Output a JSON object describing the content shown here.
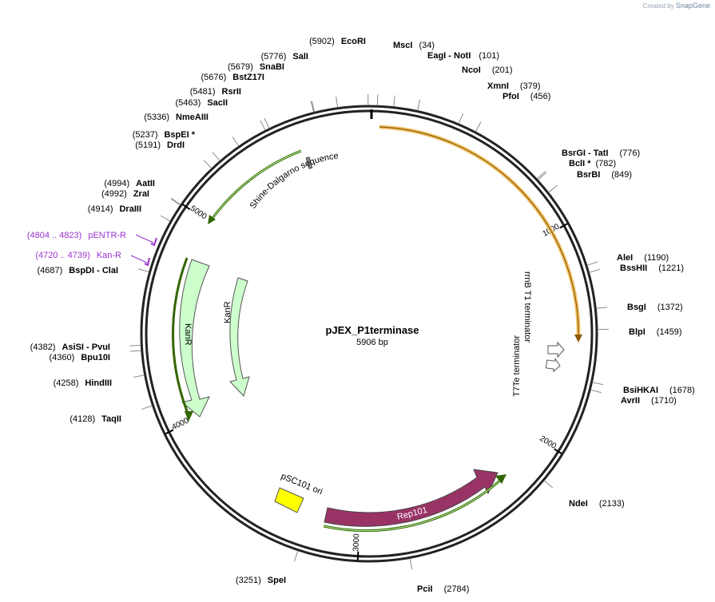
{
  "credit": {
    "prefix": "Created by",
    "brand": "SnapGene"
  },
  "plasmid": {
    "name": "pJEX_P1terminase",
    "length_label": "5906 bp",
    "length": 5906
  },
  "ticks": [
    {
      "pos": 1000,
      "label": "1000"
    },
    {
      "pos": 2000,
      "label": "2000"
    },
    {
      "pos": 3000,
      "label": "3000"
    },
    {
      "pos": 4000,
      "label": "4000"
    },
    {
      "pos": 5000,
      "label": "5000"
    }
  ],
  "enzymes": [
    {
      "pos": 5902,
      "name": "EcoRI",
      "pos_label": "(5902)"
    },
    {
      "pos": 34,
      "name": "MscI",
      "pos_label": "(34)"
    },
    {
      "pos": 101,
      "name": "EagI  -  NotI",
      "pos_label": "(101)"
    },
    {
      "pos": 201,
      "name": "NcoI",
      "pos_label": "(201)"
    },
    {
      "pos": 379,
      "name": "XmnI",
      "pos_label": "(379)"
    },
    {
      "pos": 456,
      "name": "PfoI",
      "pos_label": "(456)"
    },
    {
      "pos": 776,
      "name": "BsrGI  -  TatI",
      "pos_label": "(776)"
    },
    {
      "pos": 782,
      "name": "BclI *",
      "pos_label": "(782)"
    },
    {
      "pos": 849,
      "name": "BsrBI",
      "pos_label": "(849)"
    },
    {
      "pos": 1190,
      "name": "AleI",
      "pos_label": "(1190)"
    },
    {
      "pos": 1221,
      "name": "BssHII",
      "pos_label": "(1221)"
    },
    {
      "pos": 1372,
      "name": "BsgI",
      "pos_label": "(1372)"
    },
    {
      "pos": 1459,
      "name": "BlpI",
      "pos_label": "(1459)"
    },
    {
      "pos": 1678,
      "name": "BsiHKAI",
      "pos_label": "(1678)"
    },
    {
      "pos": 1710,
      "name": "AvrII",
      "pos_label": "(1710)"
    },
    {
      "pos": 2133,
      "name": "NdeI",
      "pos_label": "(2133)"
    },
    {
      "pos": 2784,
      "name": "PciI",
      "pos_label": "(2784)"
    },
    {
      "pos": 3251,
      "name": "SpeI",
      "pos_label": "(3251)"
    },
    {
      "pos": 4128,
      "name": "TaqII",
      "pos_label": "(4128)"
    },
    {
      "pos": 4258,
      "name": "HindIII",
      "pos_label": "(4258)"
    },
    {
      "pos": 4360,
      "name": "Bpu10I",
      "pos_label": "(4360)"
    },
    {
      "pos": 4382,
      "name": "AsiSI  -  PvuI",
      "pos_label": "(4382)"
    },
    {
      "pos": 4687,
      "name": "BspDI  -  ClaI",
      "pos_label": "(4687)"
    },
    {
      "pos": 4914,
      "name": "DraIII",
      "pos_label": "(4914)"
    },
    {
      "pos": 4992,
      "name": "ZraI",
      "pos_label": "(4992)"
    },
    {
      "pos": 4994,
      "name": "AatII",
      "pos_label": "(4994)"
    },
    {
      "pos": 5191,
      "name": "DrdI",
      "pos_label": "(5191)"
    },
    {
      "pos": 5237,
      "name": "BspEI *",
      "pos_label": "(5237)"
    },
    {
      "pos": 5336,
      "name": "NmeAIII",
      "pos_label": "(5336)"
    },
    {
      "pos": 5463,
      "name": "SacII",
      "pos_label": "(5463)"
    },
    {
      "pos": 5481,
      "name": "RsrII",
      "pos_label": "(5481)"
    },
    {
      "pos": 5676,
      "name": "BstZ17I",
      "pos_label": "(5676)"
    },
    {
      "pos": 5679,
      "name": "SnaBI",
      "pos_label": "(5679)"
    },
    {
      "pos": 5776,
      "name": "SalI",
      "pos_label": "(5776)"
    }
  ],
  "primers": [
    {
      "range": "(4804 .. 4823)",
      "name": "pENTR-R"
    },
    {
      "range": "(4720 .. 4739)",
      "name": "Kan-R"
    }
  ],
  "features": [
    {
      "name": "rrnB T1 terminator",
      "type": "terminator",
      "color": "#f0c060"
    },
    {
      "name": "Shine-Dalgarno sequence",
      "type": "rbs",
      "color": "#808080"
    },
    {
      "name": "T7Te terminator",
      "type": "terminator",
      "color": "#ffffff"
    },
    {
      "name": "KanR",
      "type": "cds",
      "color": "#ccffcc"
    },
    {
      "name": "KanR",
      "type": "cds",
      "color": "#ccffcc"
    },
    {
      "name": "pSC101 ori",
      "type": "rep_origin",
      "color": "#ffff00"
    },
    {
      "name": "Rep101",
      "type": "cds",
      "color": "#993366"
    }
  ],
  "colors": {
    "primer": "#9933cc",
    "orf_arrow": "#336600",
    "backbone": "#222222"
  }
}
